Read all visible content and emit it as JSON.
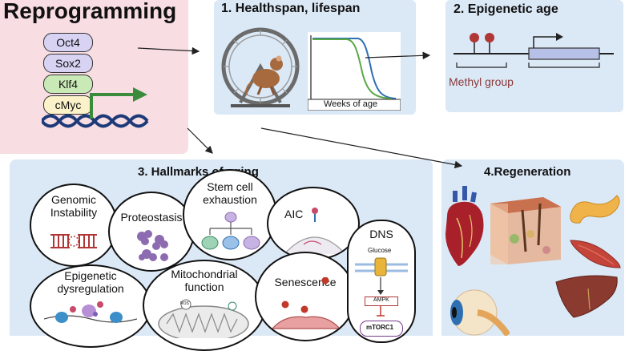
{
  "reprogramming": {
    "title": "Reprogramming",
    "factors": [
      "Oct4",
      "Sox2",
      "Klf4",
      "cMyc"
    ]
  },
  "healthspan": {
    "title": "1.  Healthspan, lifespan",
    "axis_label": "Weeks of age"
  },
  "epigenetic": {
    "title": "2. Epigenetic age",
    "methyl_label": "Methyl group"
  },
  "hallmarks": {
    "title": "3. Hallmarks of aging",
    "items": {
      "genomic": "Genomic\nInstability",
      "proteostasis": "Proteostasis",
      "stemcell": "Stem cell\nexhaustion",
      "aic": "AIC",
      "epigenetic": "Epigenetic\ndysregulation",
      "mito": "Mitochondrial\nfunction",
      "senescence": "Senescence",
      "dns": "DNS"
    },
    "dns_labels": {
      "glucose": "Glucose",
      "ampk": "AMPK",
      "mtorc1": "mTORC1"
    },
    "mito_labels": {
      "ros": "ROS"
    }
  },
  "regeneration": {
    "title": "4.Regeneration"
  },
  "colors": {
    "pink_panel": "#f8dde3",
    "blue_panel": "#dbe8f6",
    "factor_purple": "#d8d2f3",
    "factor_green": "#c9e9b6",
    "factor_yellow": "#fbf2c9",
    "methyl_red": "#b13636",
    "arrow_green": "#3a8c3c",
    "dna_blue": "#1d3a78"
  }
}
